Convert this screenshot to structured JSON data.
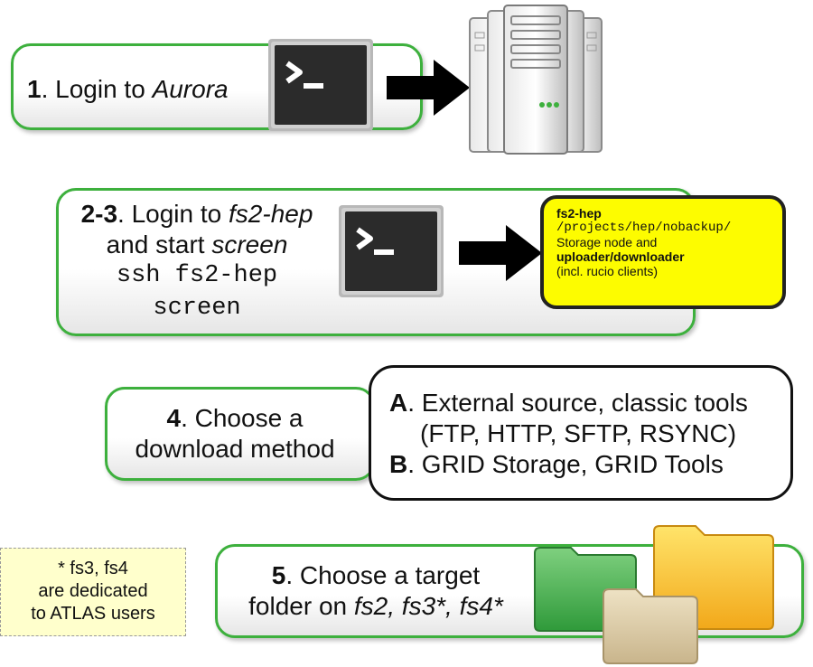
{
  "step1": {
    "num": "1",
    "text": ". Login to ",
    "italic": "Aurora"
  },
  "step23": {
    "num": "2-3",
    "line1_text": ". Login to ",
    "line1_italic": "fs2-hep",
    "line2_text": "and start ",
    "line2_italic": "screen",
    "cmd1": "ssh fs2-hep",
    "cmd2": "screen"
  },
  "storage_box": {
    "title": "fs2-hep",
    "path": "/projects/hep/nobackup/",
    "line3": "Storage node and",
    "line4": "uploader/downloader",
    "line5": "(incl. rucio clients)"
  },
  "step4": {
    "num": "4",
    "line1": ". Choose a",
    "line2": "download method"
  },
  "options": {
    "a_label": "A",
    "a_text": ". External source, classic tools",
    "a_sub": "(FTP, HTTP, SFTP, RSYNC)",
    "b_label": "B",
    "b_text": ". GRID Storage, GRID Tools"
  },
  "step5": {
    "num": "5",
    "line1": ". Choose a target",
    "line2_text": "folder on ",
    "line2_italic": "fs2, fs3*, fs4*"
  },
  "note": {
    "line1": "* fs3, fs4",
    "line2": "are dedicated",
    "line3": "to ATLAS users"
  },
  "colors": {
    "border_green": "#3db03d",
    "arrow_orange": "#f7a020",
    "highlight_yellow": "#fdfc00"
  },
  "icons": [
    "terminal-icon",
    "server-rack-icon",
    "folder-icon",
    "right-arrow-icon",
    "down-arrow-icon"
  ]
}
